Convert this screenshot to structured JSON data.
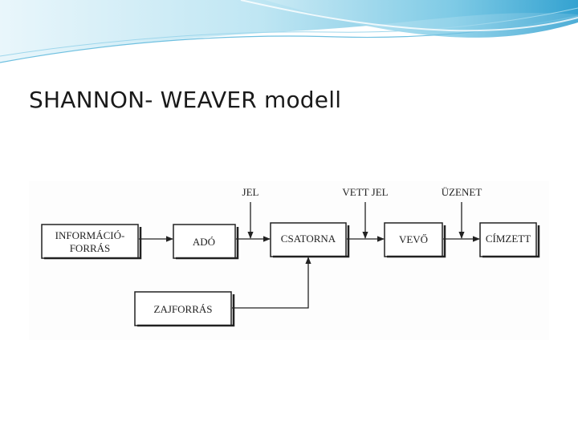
{
  "slide": {
    "title": "SHANNON- WEAVER modell"
  },
  "diagram": {
    "nodes": {
      "source_line1": "INFORMÁCIÓ-",
      "source_line2": "FORRÁS",
      "transmitter": "ADÓ",
      "channel": "CSATORNA",
      "receiver": "VEVŐ",
      "destination": "CÍMZETT",
      "noise_source": "ZAJFORRÁS"
    },
    "labels": {
      "signal": "JEL",
      "received_signal": "VETT JEL",
      "message": "ÜZENET"
    }
  },
  "colors": {
    "swoosh_light": "#bfe6f3",
    "swoosh_dark": "#4fb3d9",
    "diagram_bg": "#fdfdfd"
  }
}
